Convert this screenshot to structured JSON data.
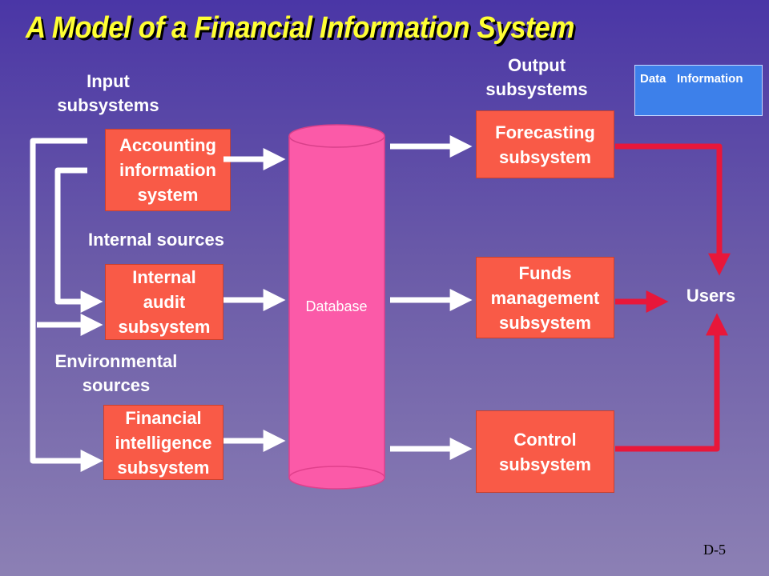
{
  "title": "A Model of a Financial Information System",
  "labels": {
    "input_subsystems": "Input\nsubsystems",
    "output_subsystems": "Output\nsubsystems",
    "internal_sources": "Internal sources",
    "environmental_sources": "Environmental\nsources",
    "users": "Users",
    "database": "Database"
  },
  "input_boxes": [
    "Accounting\ninformation\nsystem",
    "Internal\naudit\nsubsystem",
    "Financial\nintelligence\nsubsystem"
  ],
  "output_boxes": [
    "Forecasting\nsubsystem",
    "Funds\nmanagement\nsubsystem",
    "Control\nsubsystem"
  ],
  "legend": {
    "data_label": "Data",
    "information_label": "Information",
    "data_color": "#ffffff",
    "information_color": "#e8173a"
  },
  "colors": {
    "box_fill": "#f95a47",
    "database_fill": "#fb5aa8",
    "title": "#ffff33"
  },
  "page_number": "D-5"
}
